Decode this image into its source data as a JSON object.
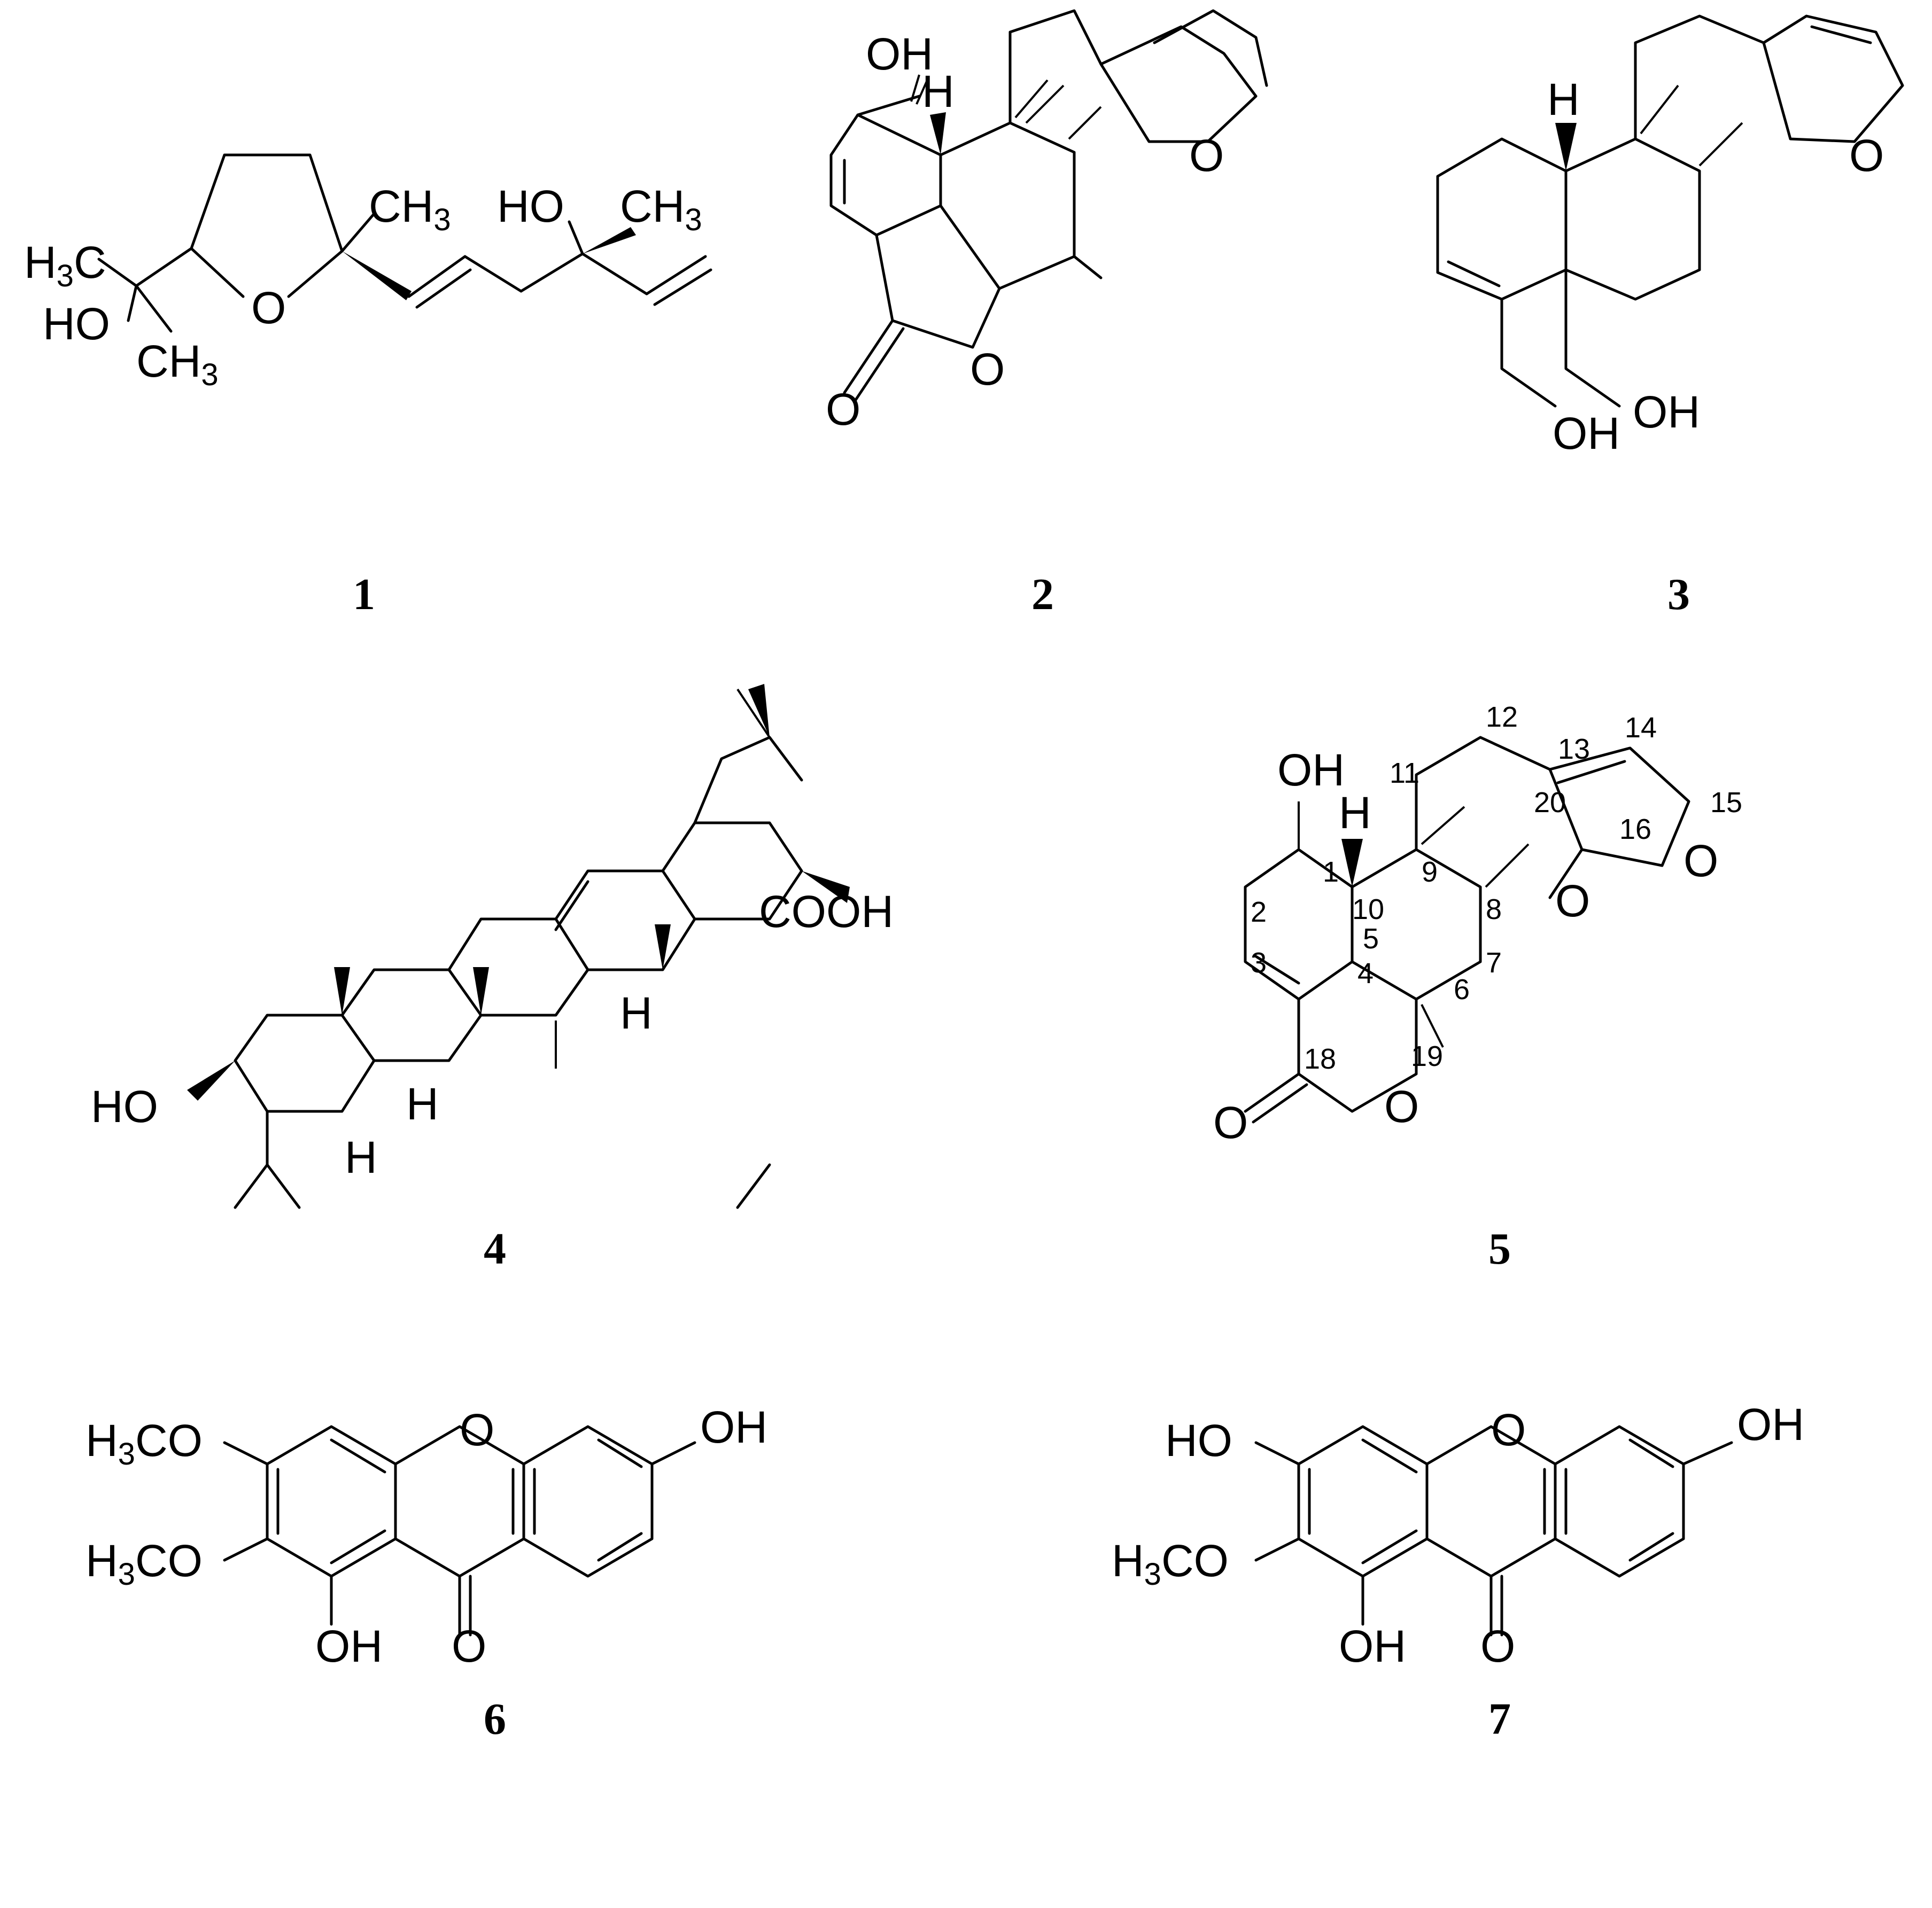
{
  "compounds": [
    {
      "id": "1",
      "labels": [
        "H3C",
        "HO",
        "CH3",
        "O",
        "CH3",
        "HO",
        "CH3"
      ]
    },
    {
      "id": "2",
      "labels": [
        "OH",
        "H",
        "O",
        "O",
        "O"
      ]
    },
    {
      "id": "3",
      "labels": [
        "H",
        "O",
        "OH",
        "OH"
      ]
    },
    {
      "id": "4",
      "labels": [
        "HO",
        "H",
        "H",
        "H",
        "COOH"
      ]
    },
    {
      "id": "5",
      "labels": [
        "OH",
        "H",
        "O",
        "O",
        "O",
        "O"
      ],
      "atom_numbers": [
        "1",
        "2",
        "3",
        "4",
        "5",
        "6",
        "7",
        "8",
        "9",
        "10",
        "11",
        "12",
        "13",
        "14",
        "15",
        "16",
        "18",
        "19",
        "20"
      ]
    },
    {
      "id": "6",
      "labels": [
        "OH",
        "H3CO",
        "H3CO",
        "O",
        "OH",
        "O"
      ]
    },
    {
      "id": "7",
      "labels": [
        "OH",
        "HO",
        "H3CO",
        "O",
        "OH",
        "O"
      ]
    }
  ]
}
